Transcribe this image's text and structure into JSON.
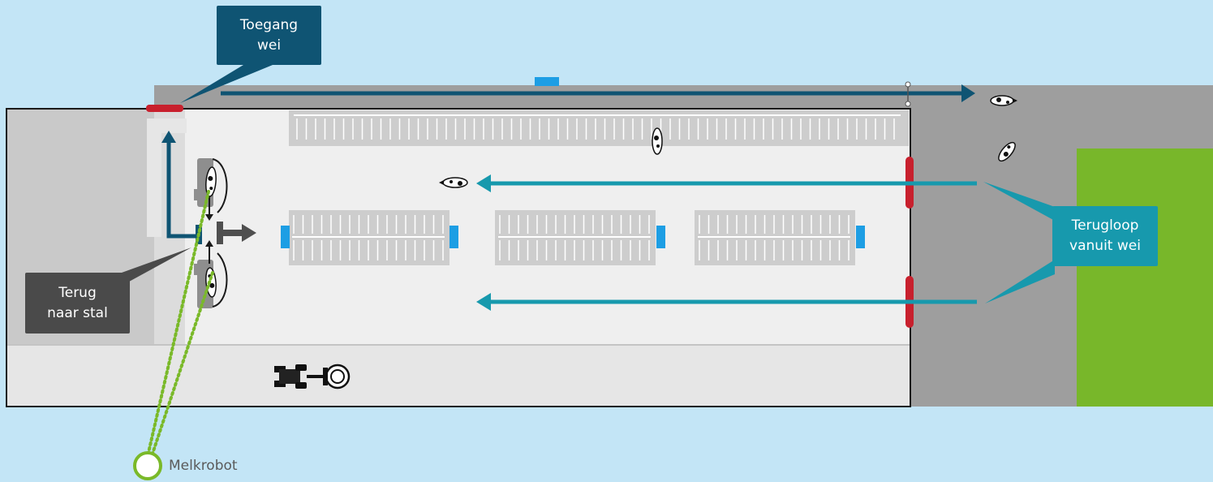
{
  "labels": {
    "toegang_wei": {
      "line1": "Toegang",
      "line2": "wei"
    },
    "terugloop": {
      "line1": "Terugloop",
      "line2": "vanuit wei"
    },
    "terug_stal": {
      "line1": "Terug",
      "line2": "naar stal"
    }
  },
  "legend": {
    "melkrobot": "Melkrobot"
  },
  "colors": {
    "background": "#c3e5f6",
    "barn_floor": "#eeeeee",
    "outside_area": "#9e9e9e",
    "pasture": "#78b72a",
    "arrow_dark": "#0f5473",
    "arrow_teal": "#1799ad",
    "gate": "#c8202d",
    "feeder": "#1d9ee4",
    "melkrobot_link": "#7ab929",
    "callout_dark": "#0f5473",
    "callout_teal": "#1799ad",
    "callout_grey": "#4a4a4a"
  }
}
